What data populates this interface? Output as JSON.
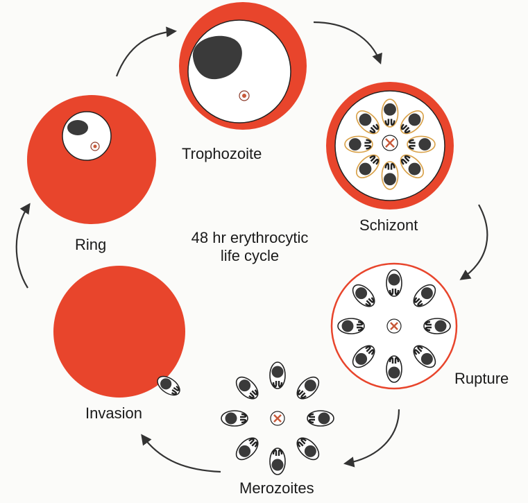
{
  "diagram": {
    "center_label_line1": "48 hr erythrocytic",
    "center_label_line2": "life cycle",
    "stages": {
      "ring": "Ring",
      "trophozoite": "Trophozoite",
      "schizont": "Schizont",
      "rupture": "Rupture",
      "merozoites": "Merozoites",
      "invasion": "Invasion"
    }
  },
  "colors": {
    "erythrocyte": "#e8452c",
    "parasite_dark": "#3a3a3a",
    "schizont_outline": "#d9a24a",
    "arrow": "#333333"
  }
}
